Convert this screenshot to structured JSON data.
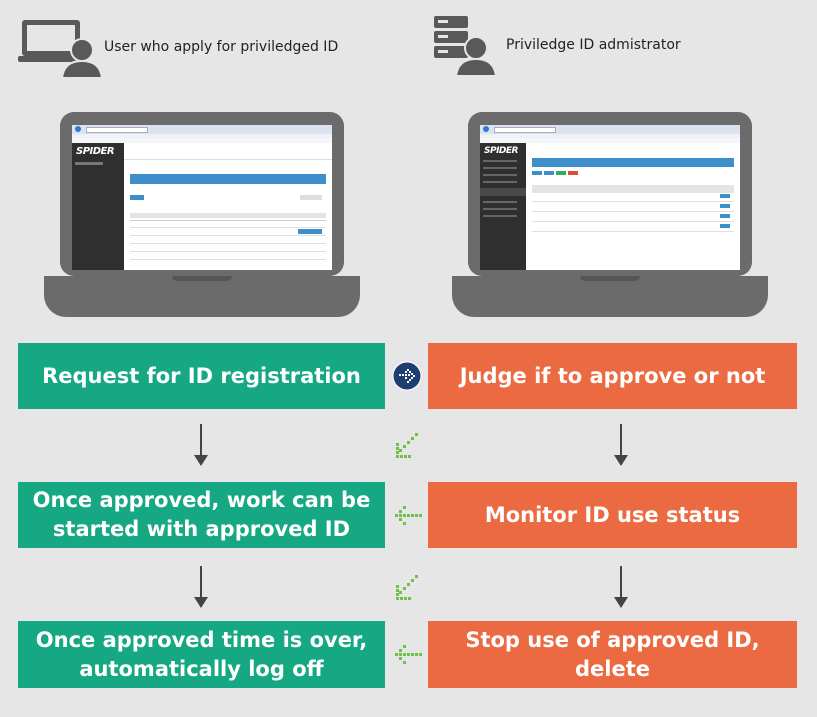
{
  "roles": {
    "applicant": "User who apply for priviledged ID",
    "admin": "Priviledge ID admistrator"
  },
  "steps": {
    "left": [
      "Request for ID registration",
      "Once approved, work can be started with approved ID",
      "Once approved time is over, automatically log off"
    ],
    "right": [
      "Judge if to approve or not",
      "Monitor ID use status",
      "Stop use of approved ID, delete"
    ]
  },
  "screens": {
    "brand": "SPIDER"
  },
  "colors": {
    "green": "#16a882",
    "orange": "#ec6a42",
    "laptop": "#6b6b6b",
    "background": "#e6e6e6",
    "connector_icon": "#1f3e70",
    "dotted_arrow": "#6cc24a"
  },
  "icons": [
    "user-icon",
    "admin-server-icon",
    "flow-connector-icon",
    "dotted-arrow-icon"
  ]
}
